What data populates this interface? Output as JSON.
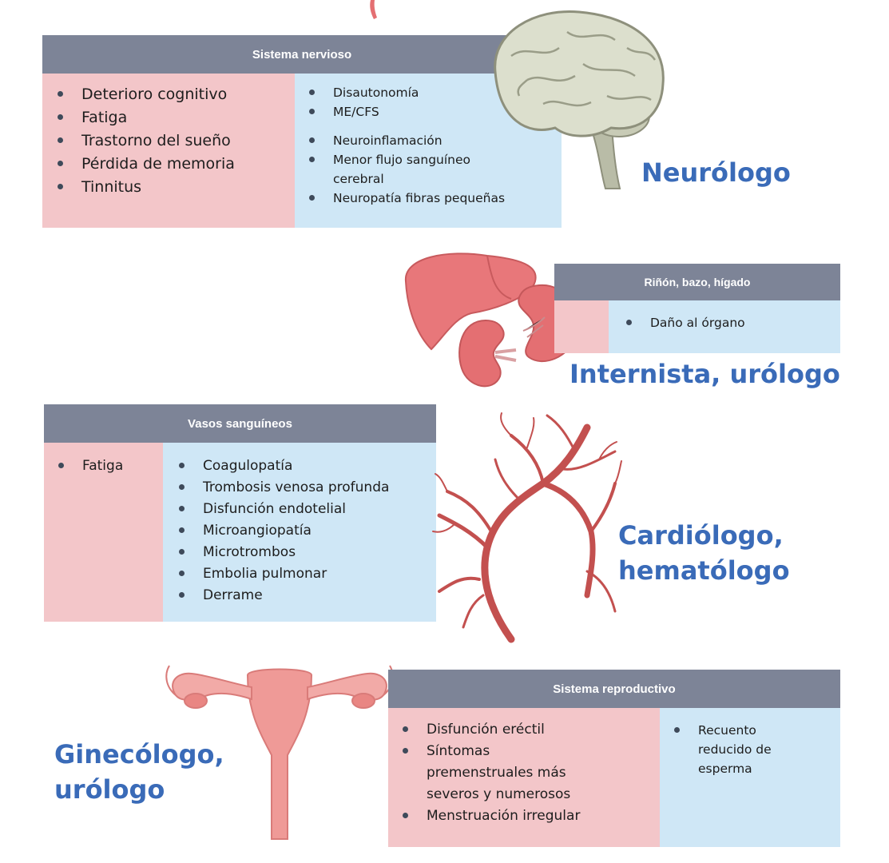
{
  "sections": {
    "nervous": {
      "title": "Sistema nervioso",
      "left_items": [
        "Deterioro cognitivo",
        "Fatiga",
        "Trastorno del sueño",
        "Pérdida de memoria",
        "Tinnitus"
      ],
      "right_items": [
        "Disautonomía",
        "ME/CFS",
        "Neuroinflamación",
        "Menor flujo sanguíneo cerebral",
        "Neuropatía fibras pequeñas"
      ],
      "specialist": "Neurólogo"
    },
    "organs": {
      "title": "Riñón, bazo, hígado",
      "right_items": [
        "Daño al órgano"
      ],
      "specialist": "Internista, urólogo"
    },
    "vessels": {
      "title": "Vasos sanguíneos",
      "left_items": [
        "Fatiga"
      ],
      "right_items": [
        "Coagulopatía",
        "Trombosis venosa profunda",
        "Disfunción endotelial",
        "Microangiopatía",
        "Microtrombos",
        "Embolia pulmonar",
        "Derrame"
      ],
      "specialist_line1": "Cardiólogo,",
      "specialist_line2": "hematólogo"
    },
    "reproductive": {
      "title": "Sistema reproductivo",
      "left_items": [
        "Disfunción eréctil",
        "Síntomas premenstruales más severos y numerosos",
        "Menstruación irregular"
      ],
      "right_items": [
        "Recuento reducido de esperma"
      ],
      "specialist_line1": "Ginecólogo,",
      "specialist_line2": "urólogo"
    }
  },
  "colors": {
    "header": "#7d8497",
    "symptom_pink": "#f3c6c9",
    "symptom_blue": "#cfe7f6",
    "specialist_text": "#3a6bb8",
    "organ_red": "#e46f72",
    "brain": "#d9dccb"
  },
  "icons": [
    "brain-icon",
    "liver-icon",
    "kidney-icon",
    "spleen-icon",
    "blood-vessels-icon",
    "uterus-icon"
  ]
}
